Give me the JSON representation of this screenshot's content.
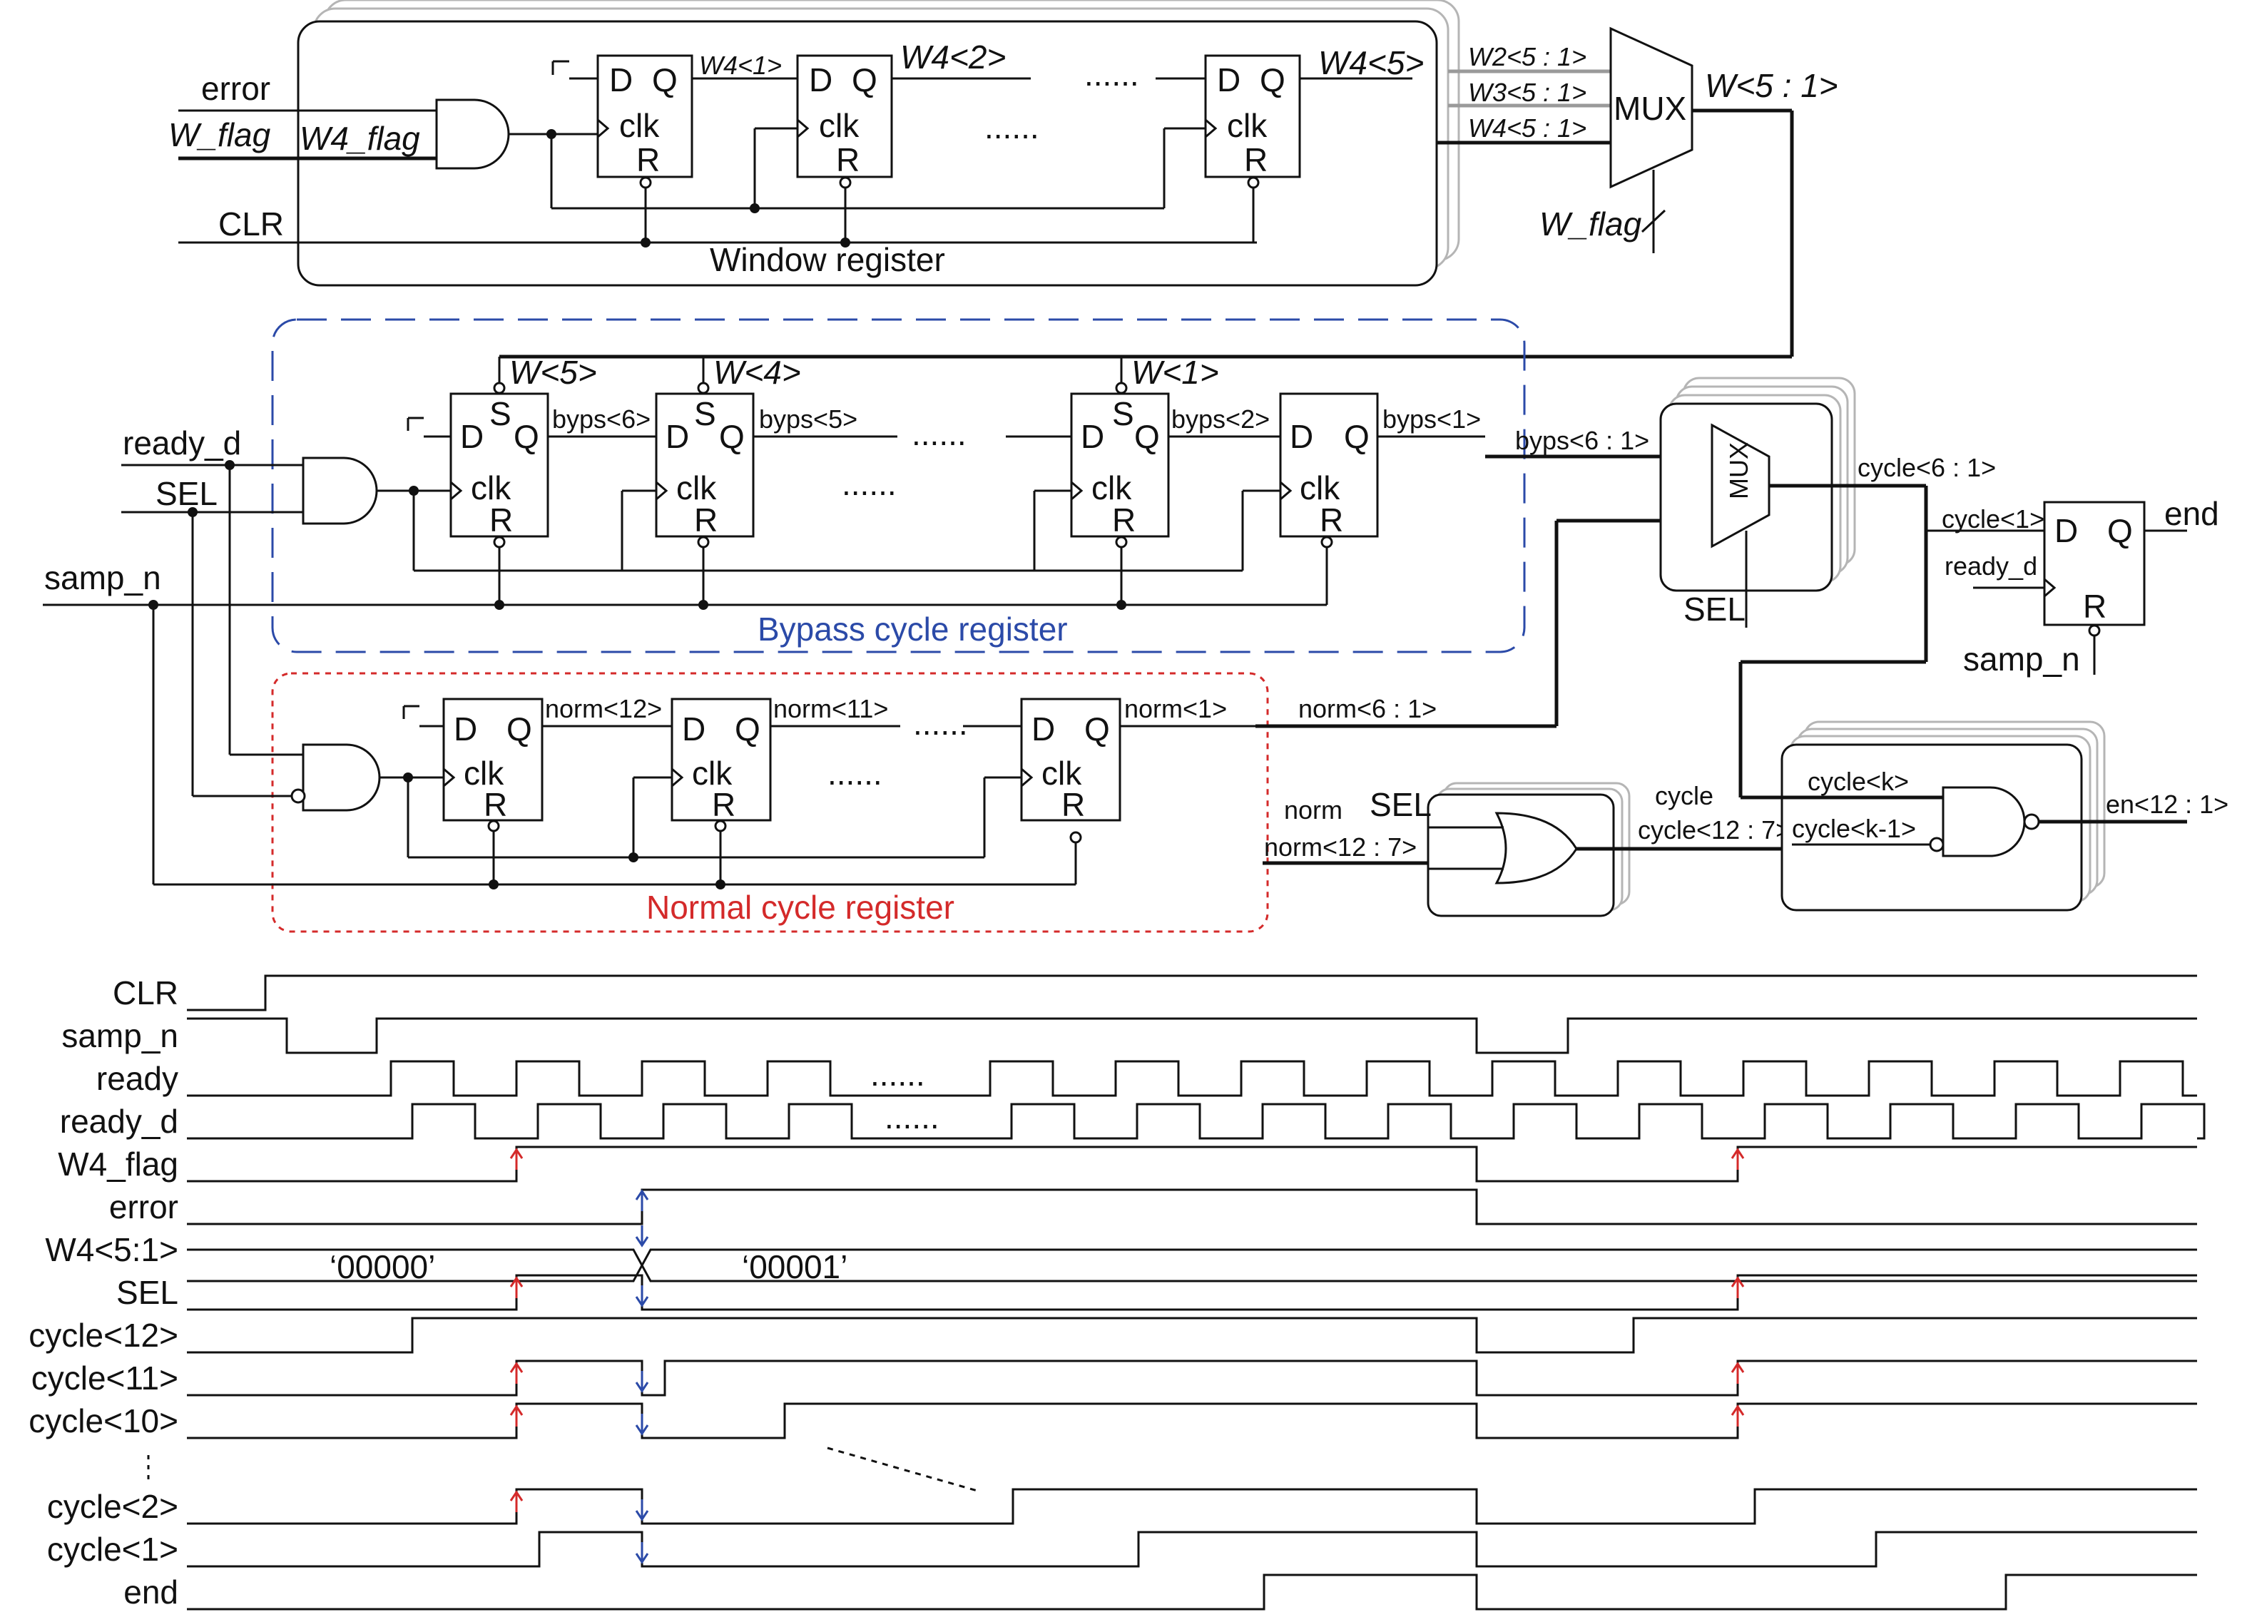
{
  "window_register": {
    "title": "Window register",
    "inputs": {
      "error": "error",
      "w_flag": "W_flag",
      "clr": "CLR"
    },
    "and_output": "W4_flag",
    "q_labels": [
      "W4<1>",
      "W4<2>",
      "W4<5>"
    ],
    "mux_inputs": [
      "W2<5 : 1>",
      "W3<5 : 1>",
      "W4<5 : 1>"
    ],
    "mux_label": "MUX",
    "mux_output": "W<5 : 1>",
    "mux_select": "W_flag"
  },
  "bypass_register": {
    "title": "Bypass cycle register",
    "color": "#2b4aa8",
    "inputs": {
      "ready_d": "ready_d",
      "sel": "SEL",
      "samp_n": "samp_n"
    },
    "set_labels": [
      "W<5>",
      "W<4>",
      "W<1>"
    ],
    "q_labels": [
      "byps<6>",
      "byps<5>",
      "byps<2>",
      "byps<1>"
    ],
    "bus_out": "byps<6 : 1>"
  },
  "normal_register": {
    "title": "Normal cycle register",
    "color": "#d42a2a",
    "q_labels": [
      "norm<12>",
      "norm<11>",
      "norm<1>"
    ],
    "bus_out": "norm<6 : 1>",
    "bus_high": "norm<12 : 7>"
  },
  "flipflop_pins": {
    "d": "D",
    "q": "Q",
    "clk": "clk",
    "r": "R",
    "s": "S"
  },
  "cycle_mux": {
    "label": "MUX",
    "select": "SEL",
    "output": "cycle<6 : 1>"
  },
  "end_ff": {
    "d_in": "cycle<1>",
    "clk_in": "ready_d",
    "reset_in": "samp_n",
    "output": "end"
  },
  "or_block": {
    "sel": "SEL",
    "in": "norm<12 : 7>",
    "out": "cycle<12 : 7>"
  },
  "nand_block": {
    "in_a": "cycle<k>",
    "in_b": "cycle<k-1>",
    "out": "en<12 : 1>"
  },
  "ellipsis": "......",
  "timing": {
    "signals": [
      "CLR",
      "samp_n",
      "ready",
      "ready_d",
      "W4_flag",
      "error",
      "W4<5:1>",
      "SEL",
      "cycle<12>",
      "cycle<11>",
      "cycle<10>",
      "cycle<2>",
      "cycle<1>",
      "end"
    ],
    "bus_values": [
      "‘00000’",
      "‘00001’"
    ],
    "rise_color": "#d42a2a",
    "fall_color": "#2b4aa8"
  }
}
